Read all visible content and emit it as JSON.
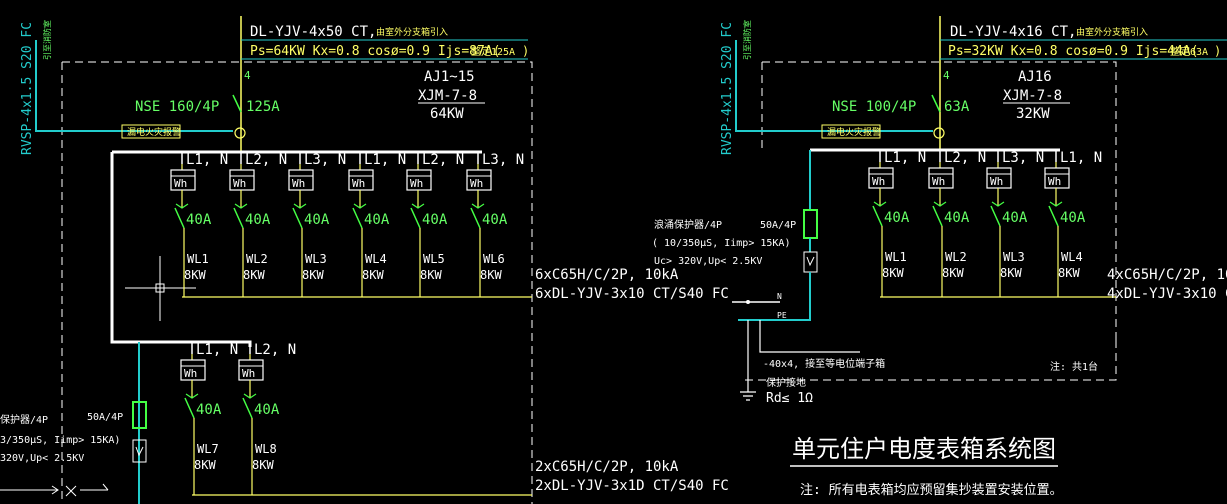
{
  "colors": {
    "background": "#000000",
    "bus": "#ffffff",
    "feeder": "#ffff66",
    "breaker_green": "#44ff44",
    "cyan": "#22cccc"
  },
  "left": {
    "cable_in": "DL-YJV-4x50 CT,",
    "cable_note": "由室外分支箱引入",
    "load_calc": "Ps=64KW Kx=0.8 cosø=0.9 Ijs=87A(",
    "load_calc_note": "整定125A",
    "load_calc_end": ")",
    "control_line": "RVSP-4x1.5 S20 FC",
    "control_note": "引至消防室",
    "count_4": "4",
    "main_breaker": "NSE 160/4P",
    "main_current": "125A",
    "box_id": "AJ1~15",
    "box_model": "XJM-7-8",
    "box_power": "64KW",
    "fire_box": "漏电火灾报警",
    "phases_top": [
      "L1, N",
      "L2, N",
      "L3, N",
      "L1, N",
      "L2, N",
      "L3, N"
    ],
    "meter": "Wh",
    "breakers_top": [
      "40A",
      "40A",
      "40A",
      "40A",
      "40A",
      "40A"
    ],
    "circuits_top": [
      "WL1",
      "WL2",
      "WL3",
      "WL4",
      "WL5",
      "WL6"
    ],
    "loads_top": [
      "8KW",
      "8KW",
      "8KW",
      "8KW",
      "8KW",
      "8KW"
    ],
    "top_spec_1": "6xC65H/C/2P, 10kA",
    "top_spec_2": "6xDL-YJV-3x10 CT/S40 FC",
    "phases_bottom": [
      "L1, N",
      "L2, N"
    ],
    "breakers_bottom": [
      "40A",
      "40A"
    ],
    "circuits_bottom": [
      "WL7",
      "WL8"
    ],
    "loads_bottom": [
      "8KW",
      "8KW"
    ],
    "bottom_spec_1": "2xC65H/C/2P, 10kA",
    "bottom_spec_2": "2xDL-YJV-3x1D CT/S40 FC",
    "spd_breaker": "50A/4P",
    "spd_name": "保护器/4P",
    "spd_line1": "3/350μS, Iimp> 15KA)",
    "spd_line2": "320V,Up< 2.5KV"
  },
  "right": {
    "cable_in": "DL-YJV-4x16 CT,",
    "cable_note": "由室外分支箱引入",
    "load_calc": "Ps=32KW Kx=0.8 cosø=0.9 Ijs=44A(",
    "load_calc_note": "整定63A",
    "load_calc_end": ")",
    "control_line": "RVSP-4x1.5 S20 FC",
    "control_note": "引至消防室",
    "count_4": "4",
    "main_breaker": "NSE 100/4P",
    "main_current": "63A",
    "box_id": "AJ16",
    "box_model": "XJM-7-8",
    "box_power": "32KW",
    "fire_box": "漏电火灾报警",
    "phases": [
      "L1, N",
      "L2, N",
      "L3, N",
      "L1, N"
    ],
    "meter": "Wh",
    "breakers": [
      "40A",
      "40A",
      "40A",
      "40A"
    ],
    "circuits": [
      "WL1",
      "WL2",
      "WL3",
      "WL4"
    ],
    "loads": [
      "8KW",
      "8KW",
      "8KW",
      "8KW"
    ],
    "spec_1": "4xC65H/C/2P, 10",
    "spec_2": "4xDL-YJV-3x10 C",
    "spd_name": "浪涌保护器/4P",
    "spd_line1": "( 10/350μS, Iimp> 15KA)",
    "spd_line2": "Uc> 320V,Up< 2.5KV",
    "spd_breaker": "50A/4P",
    "n_label": "N",
    "pe_label": "PE",
    "earth_bar": "-40x4, 接至等电位端子箱",
    "earth_note": "注: 共1台",
    "earth_name": "保护接地",
    "earth_rd": "Rd≤ 1Ω"
  },
  "footer": {
    "title": "单元住户电度表箱系统图",
    "note": "注: 所有电表箱均应预留集抄装置安装位置。"
  }
}
